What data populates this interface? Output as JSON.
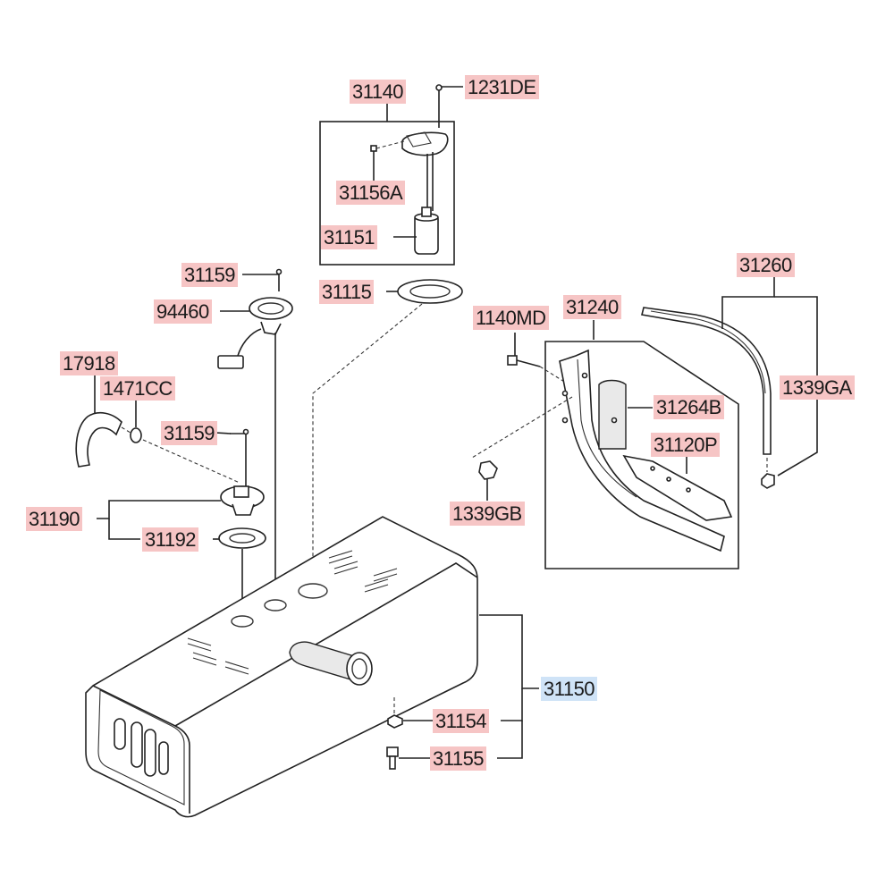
{
  "callouts": {
    "p31140": "31140",
    "p1231DE": "1231DE",
    "p31156A": "31156A",
    "p31151": "31151",
    "p31159a": "31159",
    "p94460": "94460",
    "p31115": "31115",
    "p17918": "17918",
    "p1471CC": "1471CC",
    "p31159b": "31159",
    "p31190": "31190",
    "p31192": "31192",
    "p1140MD": "1140MD",
    "p31240": "31240",
    "p31260": "31260",
    "p1339GA": "1339GA",
    "p31264B": "31264B",
    "p31120P": "31120P",
    "p1339GB": "1339GB",
    "p31150": "31150",
    "p31154": "31154",
    "p31155": "31155"
  },
  "colors": {
    "callout_bg": "#f6c5c5",
    "selected_bg": "#cfe3f7",
    "line": "#222222"
  },
  "selected": "31150"
}
